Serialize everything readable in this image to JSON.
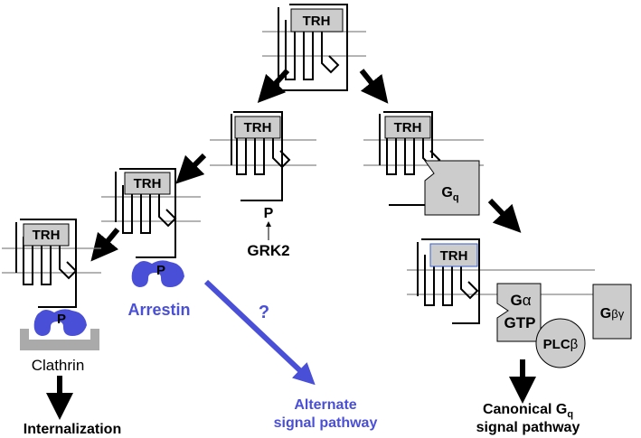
{
  "receptors": {
    "top": "TRH",
    "phospho": "TRH",
    "arrestin_bound": "TRH",
    "clathrin_bound": "TRH",
    "gq_bound": "TRH",
    "active": "TRH"
  },
  "phospho_labels": {
    "grk_site": "P",
    "arrestin_site": "P",
    "clathrin_site": "P"
  },
  "kinase": "GRK2",
  "arrestin": "Arrestin",
  "clathrin": "Clathrin",
  "gq": {
    "main": "G",
    "sub": "q"
  },
  "g_alpha": {
    "g": "G",
    "alpha": "α",
    "gtp": "GTP"
  },
  "g_beta_gamma": {
    "g": "G",
    "bg": "βγ"
  },
  "plc": {
    "name": "PLC",
    "beta": "β"
  },
  "question": "?",
  "outcomes": {
    "internalization": "Internalization",
    "alternate_line1": "Alternate",
    "alternate_line2": "signal pathway",
    "canonical_line1_pre": "Canonical G",
    "canonical_line1_sub": "q",
    "canonical_line2": "signal pathway"
  },
  "colors": {
    "arrestin_blue": "#4a4fd8",
    "box_gray": "#cccccc",
    "membrane": "#888888",
    "arrow": "#000000"
  }
}
